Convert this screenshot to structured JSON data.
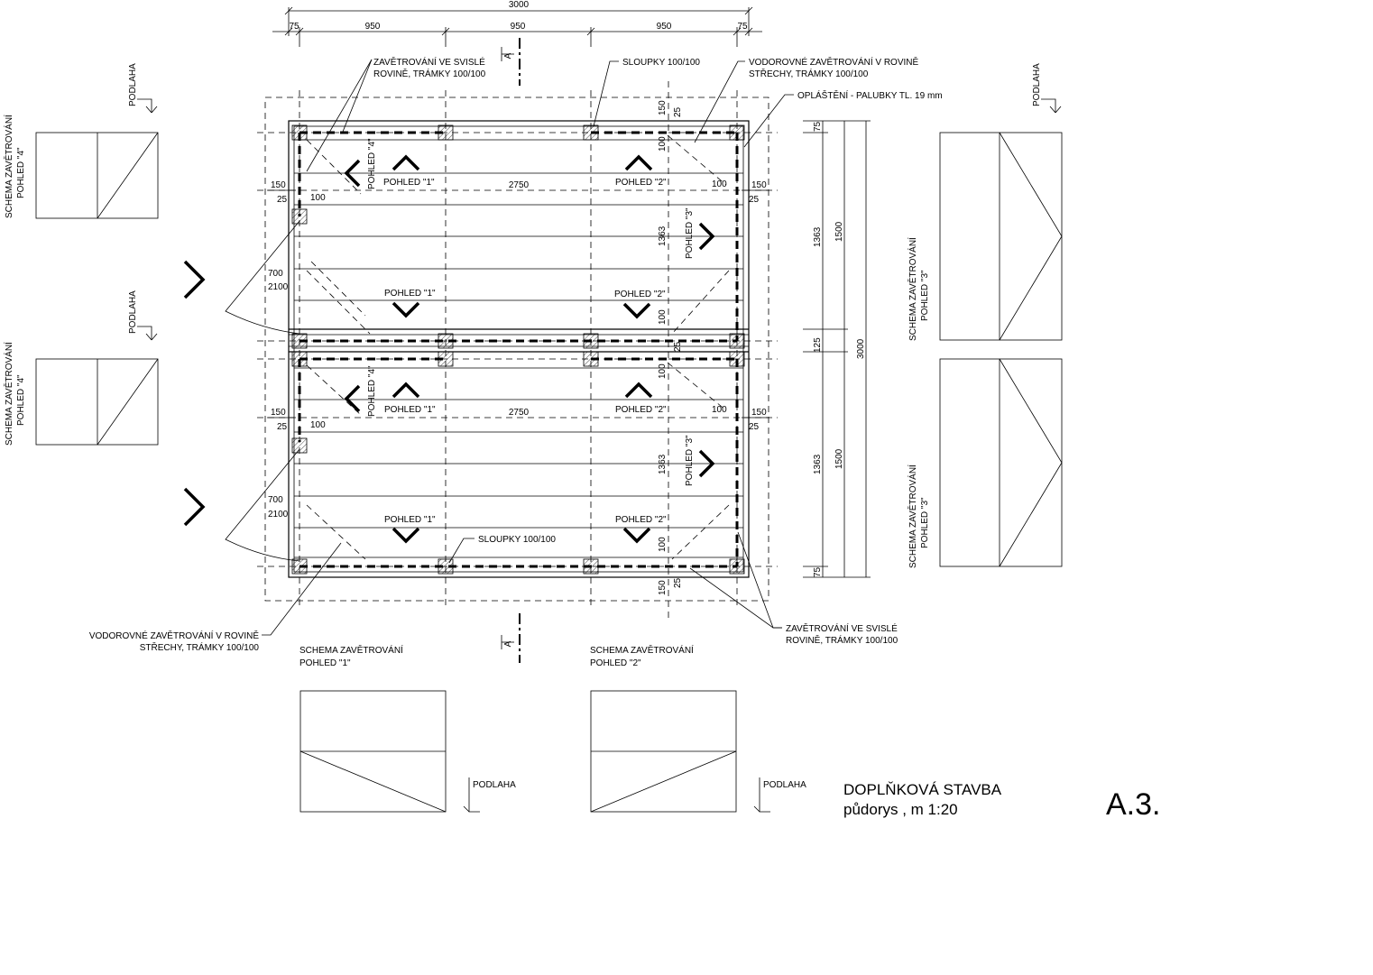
{
  "drawing": {
    "title": "DOPLŇKOVÁ STAVBA",
    "subtitle": "půdorys , m 1:20",
    "sheet_code": "A.3."
  },
  "callouts": {
    "bracing_vertical_top": [
      "ZAVĚTROVÁNÍ VE SVISLÉ",
      "ROVINĚ, TRÁMKY 100/100"
    ],
    "posts_top": "SLOUPKY 100/100",
    "bracing_horizontal_top": [
      "VODOROVNÉ ZAVĚTROVÁNÍ V ROVINĚ",
      "STŘECHY, TRÁMKY 100/100"
    ],
    "cladding": "OPLÁŠTĚNÍ - PALUBKY TL. 19 mm",
    "posts_bottom": "SLOUPKY 100/100",
    "bracing_horizontal_bottom": [
      "VODOROVNÉ ZAVĚTROVÁNÍ V ROVINĚ",
      "STŘECHY, TRÁMKY 100/100"
    ],
    "bracing_vertical_bottom": [
      "ZAVĚTROVÁNÍ VE SVISLÉ",
      "ROVINĚ, TRÁMKY 100/100"
    ]
  },
  "section_marker": "A",
  "views": {
    "view1": "POHLED \"1\"",
    "view2": "POHLED \"2\"",
    "view3": "POHLED \"3\"",
    "view4": "POHLED \"4\""
  },
  "schemas": {
    "heading": "SCHEMA ZAVĚTROVÁNÍ",
    "floor": "PODLAHA"
  },
  "dimensions": {
    "top_total": "3000",
    "top_segments": [
      "75",
      "950",
      "950",
      "950",
      "75"
    ],
    "right_segments": [
      "75",
      "1363",
      "125",
      "1363",
      "75"
    ],
    "right_sub": [
      "1500",
      "1500"
    ],
    "right_total": "3000",
    "vertical_small": [
      "150",
      "25",
      "100",
      "1363",
      "100",
      "25"
    ],
    "side_150": "150",
    "side_25": "25",
    "side_100": "100",
    "span": "2750",
    "door_700": "700",
    "door_2100": "2100",
    "module_1363": "1363",
    "bottom_150": "150",
    "bottom_25": "25",
    "bottom_100": "100"
  }
}
